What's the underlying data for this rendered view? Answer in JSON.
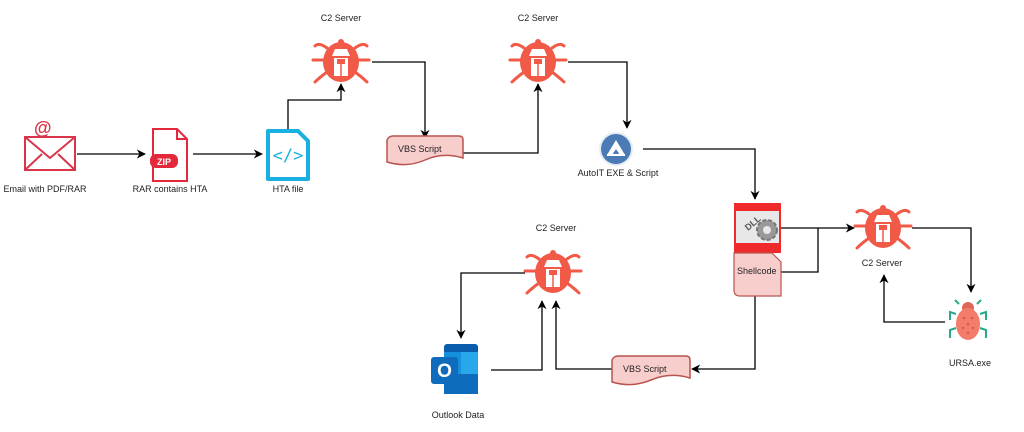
{
  "nodes": {
    "email": {
      "label": "Email with PDF/RAR",
      "icon": "email-icon"
    },
    "rar": {
      "label": "RAR contains HTA",
      "badge": "ZIP",
      "icon": "zip-file-icon"
    },
    "hta": {
      "label": "HTA file",
      "glyph": "</>",
      "icon": "code-file-icon"
    },
    "c2_1": {
      "label": "C2 Server",
      "icon": "bug-icon"
    },
    "vbs_1": {
      "label": "VBS Script",
      "icon": "document-shape"
    },
    "c2_2": {
      "label": "C2 Server",
      "icon": "bug-icon"
    },
    "autoit": {
      "label": "AutoIT EXE & Script",
      "icon": "autoit-icon"
    },
    "dll": {
      "badge": "DLL",
      "icon": "dll-gear-icon"
    },
    "shellcode": {
      "label": "Shellcode",
      "icon": "document-shape"
    },
    "c2_3": {
      "label": "C2 Server",
      "icon": "bug-icon"
    },
    "ursa": {
      "label": "URSA.exe",
      "icon": "beetle-icon"
    },
    "c2_4": {
      "label": "C2 Server",
      "icon": "bug-icon"
    },
    "vbs_2": {
      "label": "VBS Script",
      "icon": "document-shape"
    },
    "outlook": {
      "label": "Outlook Data",
      "glyph": "O",
      "icon": "outlook-icon"
    }
  },
  "edges": [
    {
      "from": "email",
      "to": "rar"
    },
    {
      "from": "rar",
      "to": "hta"
    },
    {
      "from": "hta",
      "to": "c2_1"
    },
    {
      "from": "c2_1",
      "to": "vbs_1"
    },
    {
      "from": "vbs_1",
      "to": "c2_2"
    },
    {
      "from": "c2_2",
      "to": "autoit"
    },
    {
      "from": "autoit",
      "to": "dll"
    },
    {
      "from": "dll",
      "to": "c2_3"
    },
    {
      "from": "shellcode",
      "to": "c2_3"
    },
    {
      "from": "c2_3",
      "to": "ursa"
    },
    {
      "from": "ursa",
      "to": "c2_3"
    },
    {
      "from": "shellcode",
      "to": "vbs_2"
    },
    {
      "from": "vbs_2",
      "to": "c2_4"
    },
    {
      "from": "c2_4",
      "to": "outlook"
    },
    {
      "from": "outlook",
      "to": "c2_4"
    }
  ],
  "colors": {
    "bug": "#f05a47",
    "email": "#d9354a",
    "zip": "#e3283b",
    "hta": "#1ab0e0",
    "vbs_fill": "#f8cecc",
    "vbs_stroke": "#b85450",
    "autoit": "#4a7bb5",
    "dll_red": "#ee2a2a",
    "outlook": "#0f6cbd",
    "beetle": "#f27d6b",
    "beetle_legs": "#27a98a"
  }
}
